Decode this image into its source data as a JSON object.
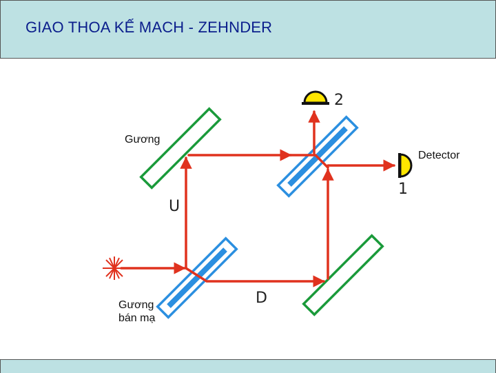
{
  "title": "GIAO THOA KẾ MACH - ZEHNDER",
  "labels": {
    "mirror_top": "Gương",
    "beam_splitter_line1": "Gương",
    "beam_splitter_line2": "bán mạ",
    "detector": "Detector",
    "detector_1": "1",
    "detector_2": "2",
    "path_u": "U",
    "path_d": "D"
  },
  "colors": {
    "header_bg": "#bde1e3",
    "title": "#0b1e8c",
    "beam": "#e0321e",
    "mirror": "#1a9a3a",
    "beam_splitter": "#2b8fe0",
    "detector_fill": "#ffe600"
  }
}
